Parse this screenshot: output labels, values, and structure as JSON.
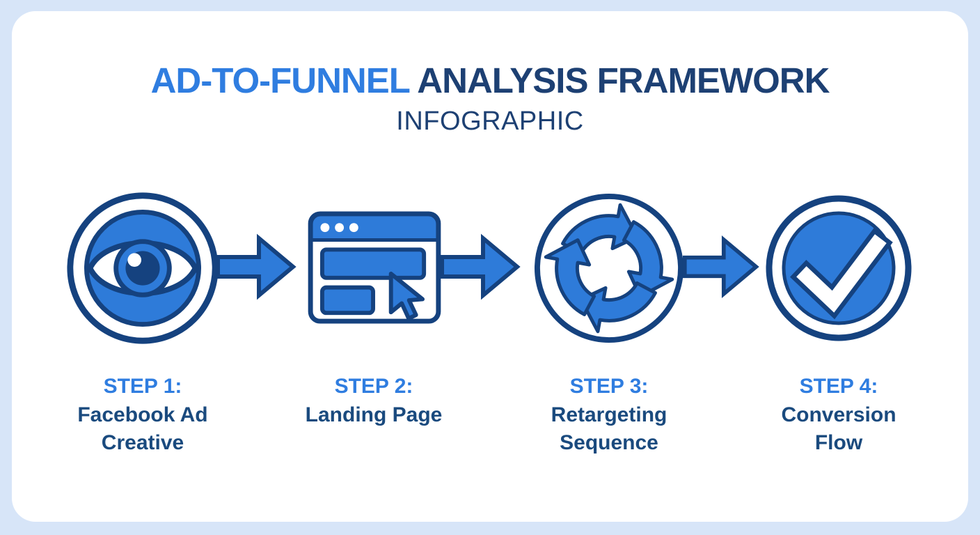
{
  "title": {
    "highlight": "AD-TO-FUNNEL",
    "rest": "ANALYSIS FRAMEWORK",
    "subtitle": "INFOGRAPHIC"
  },
  "steps": [
    {
      "label": "STEP 1:",
      "line1": "Facebook Ad",
      "line2": "Creative",
      "icon": "eye-icon"
    },
    {
      "label": "STEP 2:",
      "line1": "Landing Page",
      "line2": "",
      "icon": "browser-window-icon"
    },
    {
      "label": "STEP 3:",
      "line1": "Retargeting",
      "line2": "Sequence",
      "icon": "cycle-arrows-icon"
    },
    {
      "label": "STEP 4:",
      "line1": "Conversion",
      "line2": "Flow",
      "icon": "checkmark-icon"
    }
  ],
  "colors": {
    "background": "#d7e5f8",
    "card": "#ffffff",
    "blue": "#2e7bd9",
    "navy": "#15427f",
    "title_blue": "#2f7de0",
    "title_navy": "#1d4073",
    "text_navy": "#1a4a7e"
  }
}
